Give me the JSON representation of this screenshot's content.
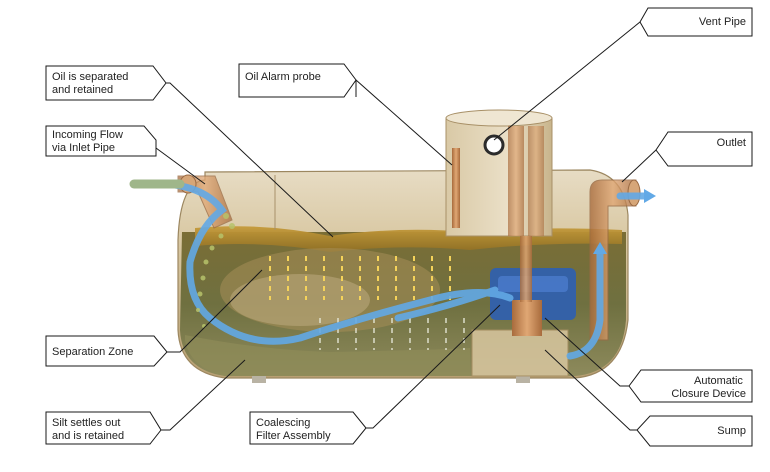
{
  "labels": {
    "vent_pipe": [
      "Vent Pipe"
    ],
    "oil_alarm_probe": [
      "Oil Alarm probe"
    ],
    "oil_separated": [
      "Oil is separated",
      "and retained"
    ],
    "incoming_flow": [
      "Incoming Flow",
      "via Inlet Pipe"
    ],
    "outlet": [
      "Outlet"
    ],
    "separation_zone": [
      "Separation Zone"
    ],
    "silt_settles": [
      "Silt settles out",
      "and is retained"
    ],
    "coalescing_filter": [
      "Coalescing",
      "Filter Assembly"
    ],
    "automatic_closure": [
      "Automatic",
      "Closure Device"
    ],
    "sump": [
      "Sump"
    ]
  },
  "colors": {
    "tank_shell": "#c9b58e",
    "water": "#6b6a3a",
    "oil_layer": "#b8912f",
    "flow_arrow": "#62a9e6",
    "filter_blue": "#2f5fb0",
    "pipe_copper": "#c98a55"
  }
}
